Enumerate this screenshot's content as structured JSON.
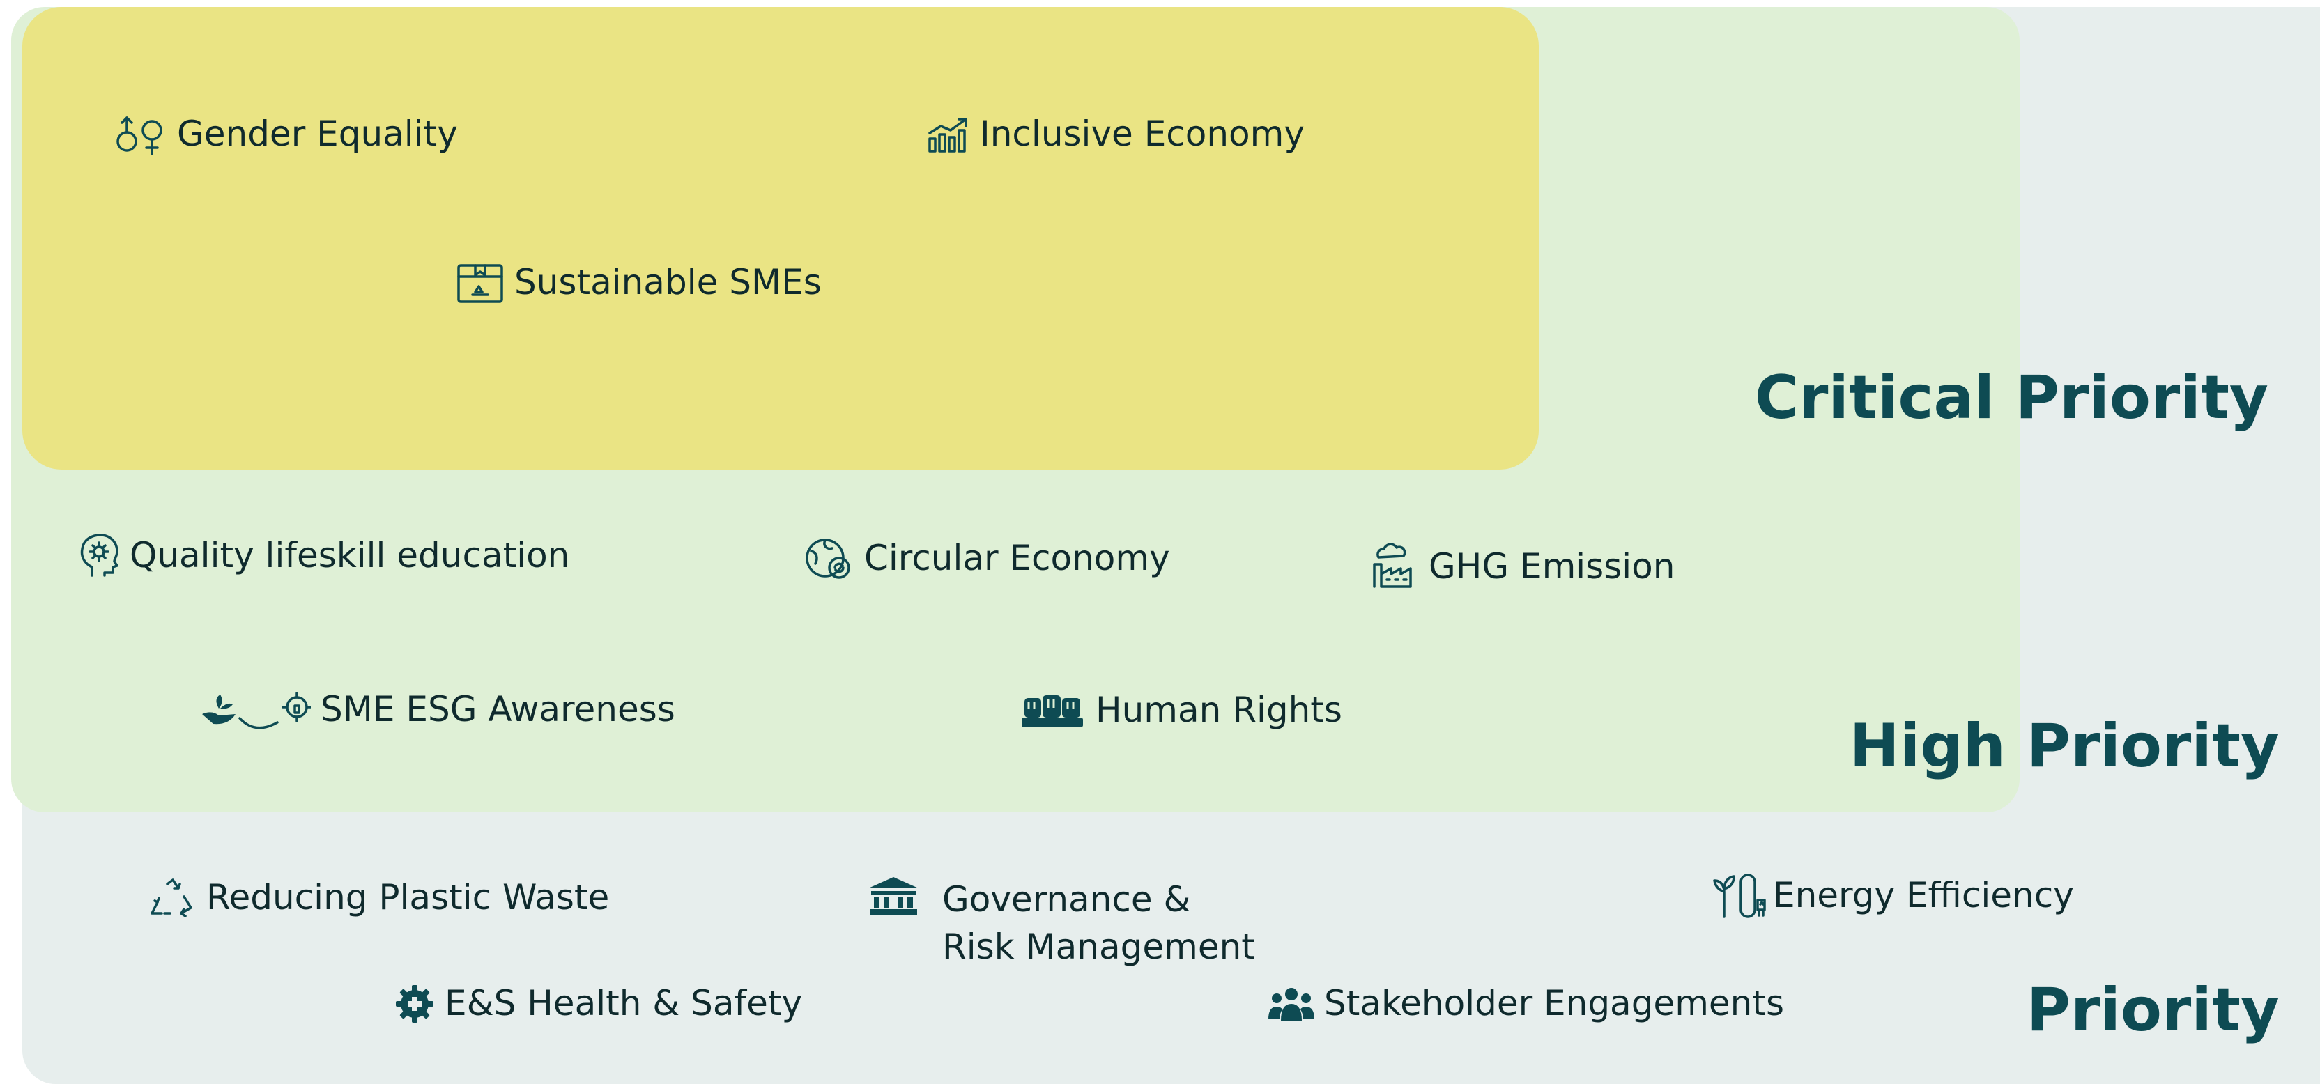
{
  "zones": {
    "critical": {
      "title": "Critical Priority",
      "color": "#eae484",
      "items": [
        {
          "label": "Gender Equality",
          "icon": "gender-icon"
        },
        {
          "label": "Inclusive Economy",
          "icon": "growth-chart-icon"
        },
        {
          "label": "Sustainable SMEs",
          "icon": "recycle-box-icon"
        }
      ]
    },
    "high": {
      "title": "High Priority",
      "color": "#dff0d6",
      "items": [
        {
          "label": "Quality lifeskill education",
          "icon": "head-gear-icon"
        },
        {
          "label": "Circular Economy",
          "icon": "globe-recycle-icon"
        },
        {
          "label": "GHG Emission",
          "icon": "factory-co2-icon"
        },
        {
          "label": "SME ESG Awareness",
          "icon": "plant-hand-gear-icon"
        },
        {
          "label": "Human Rights",
          "icon": "raised-fists-icon"
        }
      ]
    },
    "priority": {
      "title": "Priority",
      "color": "#e7eeed",
      "items": [
        {
          "label": "Reducing Plastic Waste",
          "icon": "recycle-icon"
        },
        {
          "label": "Governance & Risk Management",
          "icon": "bank-icon"
        },
        {
          "label": "Energy Efficiency",
          "icon": "plant-plug-icon"
        },
        {
          "label": "E&S Health & Safety",
          "icon": "gear-cross-icon"
        },
        {
          "label": "Stakeholder Engagements",
          "icon": "people-group-icon"
        }
      ]
    }
  },
  "title_color": "#0e4b53"
}
